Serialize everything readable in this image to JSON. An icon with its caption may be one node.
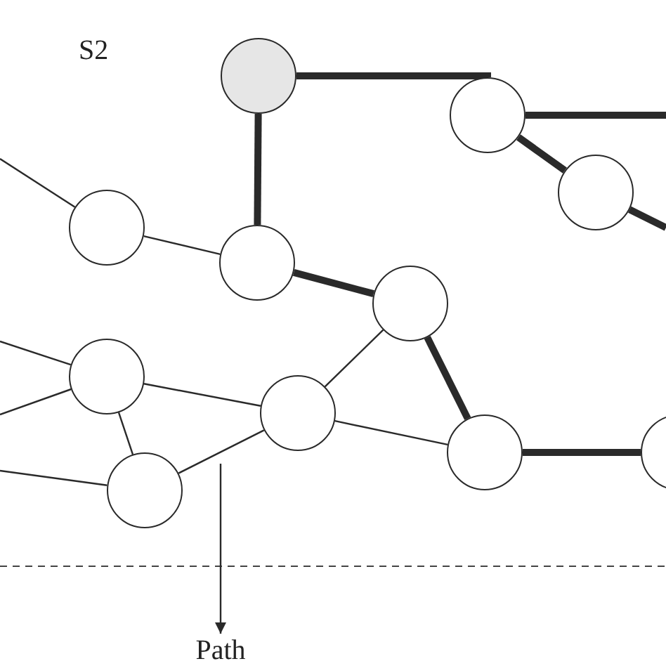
{
  "diagram": {
    "nodes": [
      {
        "text": [],
        "shape": "circle"
      },
      {
        "text": [],
        "shape": "circle"
      },
      {
        "text": [],
        "shape": "circle"
      },
      {
        "text": [],
        "shape": "circle"
      },
      {
        "text": [],
        "shape": "circle"
      },
      {
        "text": [],
        "shape": "circle"
      },
      {
        "text": [],
        "shape": "circle"
      },
      {
        "text": [],
        "shape": "circle"
      },
      {
        "text": [],
        "shape": "circle"
      },
      {
        "text": [],
        "shape": "circle"
      },
      {
        "text": [],
        "shape": "circle"
      },
      {
        "text": [
          "Path"
        ]
      }
    ],
    "edges": [
      {
        "from": 0,
        "to": 1,
        "arrow": "none",
        "style": "thick"
      },
      {
        "from": 0,
        "to": 4,
        "arrow": "none",
        "style": "thick"
      },
      {
        "from": 1,
        "to": null,
        "arrow": "none",
        "style": "thick"
      },
      {
        "from": 1,
        "to": 2,
        "arrow": "none",
        "style": "thick"
      },
      {
        "from": 2,
        "to": null,
        "arrow": "none",
        "style": "thick"
      },
      {
        "from": null,
        "to": 3,
        "arrow": "none"
      },
      {
        "from": 3,
        "to": 4,
        "arrow": "none"
      },
      {
        "from": 4,
        "to": 5,
        "arrow": "none",
        "style": "thick"
      },
      {
        "from": 7,
        "to": 5,
        "arrow": "none"
      },
      {
        "from": 5,
        "to": 8,
        "arrow": "none",
        "style": "thick"
      },
      {
        "from": null,
        "to": 6,
        "arrow": "none"
      },
      {
        "from": null,
        "to": 6,
        "arrow": "none"
      },
      {
        "from": 6,
        "to": 7,
        "arrow": "none"
      },
      {
        "from": 6,
        "to": 9,
        "arrow": "none"
      },
      {
        "from": null,
        "to": 9,
        "arrow": "none"
      },
      {
        "from": 9,
        "to": 7,
        "arrow": "none"
      },
      {
        "from": 7,
        "to": 8,
        "arrow": "none"
      },
      {
        "from": 8,
        "to": 10,
        "arrow": "none",
        "style": "thick"
      },
      {
        "from": null,
        "to": 11,
        "arrow": "to"
      }
    ],
    "labels": [
      "S2"
    ]
  }
}
